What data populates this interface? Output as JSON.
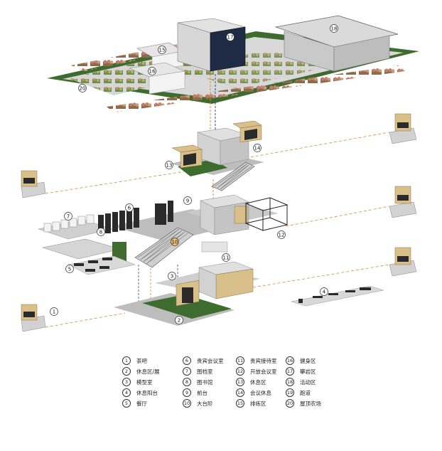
{
  "callouts": [
    {
      "n": "1"
    },
    {
      "n": "2"
    },
    {
      "n": "3"
    },
    {
      "n": "4"
    },
    {
      "n": "5"
    },
    {
      "n": "6"
    },
    {
      "n": "7"
    },
    {
      "n": "8"
    },
    {
      "n": "9"
    },
    {
      "n": "10"
    },
    {
      "n": "11"
    },
    {
      "n": "12"
    },
    {
      "n": "13"
    },
    {
      "n": "14"
    },
    {
      "n": "15"
    },
    {
      "n": "16"
    },
    {
      "n": "17"
    },
    {
      "n": "18"
    },
    {
      "n": "20"
    }
  ],
  "legend": {
    "col1": [
      {
        "n": "1",
        "label": "茶吧"
      },
      {
        "n": "2",
        "label": "休息区/展"
      },
      {
        "n": "3",
        "label": "模型室"
      },
      {
        "n": "4",
        "label": "休息阳台"
      },
      {
        "n": "5",
        "label": "餐厅"
      }
    ],
    "col2": [
      {
        "n": "6",
        "label": "贵宾会议室"
      },
      {
        "n": "7",
        "label": "图档室"
      },
      {
        "n": "8",
        "label": "图书馆"
      },
      {
        "n": "9",
        "label": "前台"
      },
      {
        "n": "10",
        "label": "大台阶"
      }
    ],
    "col3": [
      {
        "n": "11",
        "label": "贵宾接待室"
      },
      {
        "n": "12",
        "label": "开放会议室"
      },
      {
        "n": "13",
        "label": "休息区"
      },
      {
        "n": "14",
        "label": "会议休息"
      },
      {
        "n": "15",
        "label": "排练区"
      }
    ],
    "col4": [
      {
        "n": "16",
        "label": "健身区"
      },
      {
        "n": "17",
        "label": "攀岩区"
      },
      {
        "n": "18",
        "label": "活动区"
      },
      {
        "n": "19",
        "label": "跑道"
      },
      {
        "n": "20",
        "label": "屋顶农场"
      }
    ]
  },
  "colors": {
    "grass": "#3e6b2e",
    "path": "#cfcfcf",
    "floor_gray": "#bdbdbd",
    "wood": "#d9c08a",
    "dark": "#2a2a2a",
    "climbing_wall": "#1f2a44",
    "leader_orange": "#e0883a",
    "leader_blue": "#2c4d8f"
  }
}
